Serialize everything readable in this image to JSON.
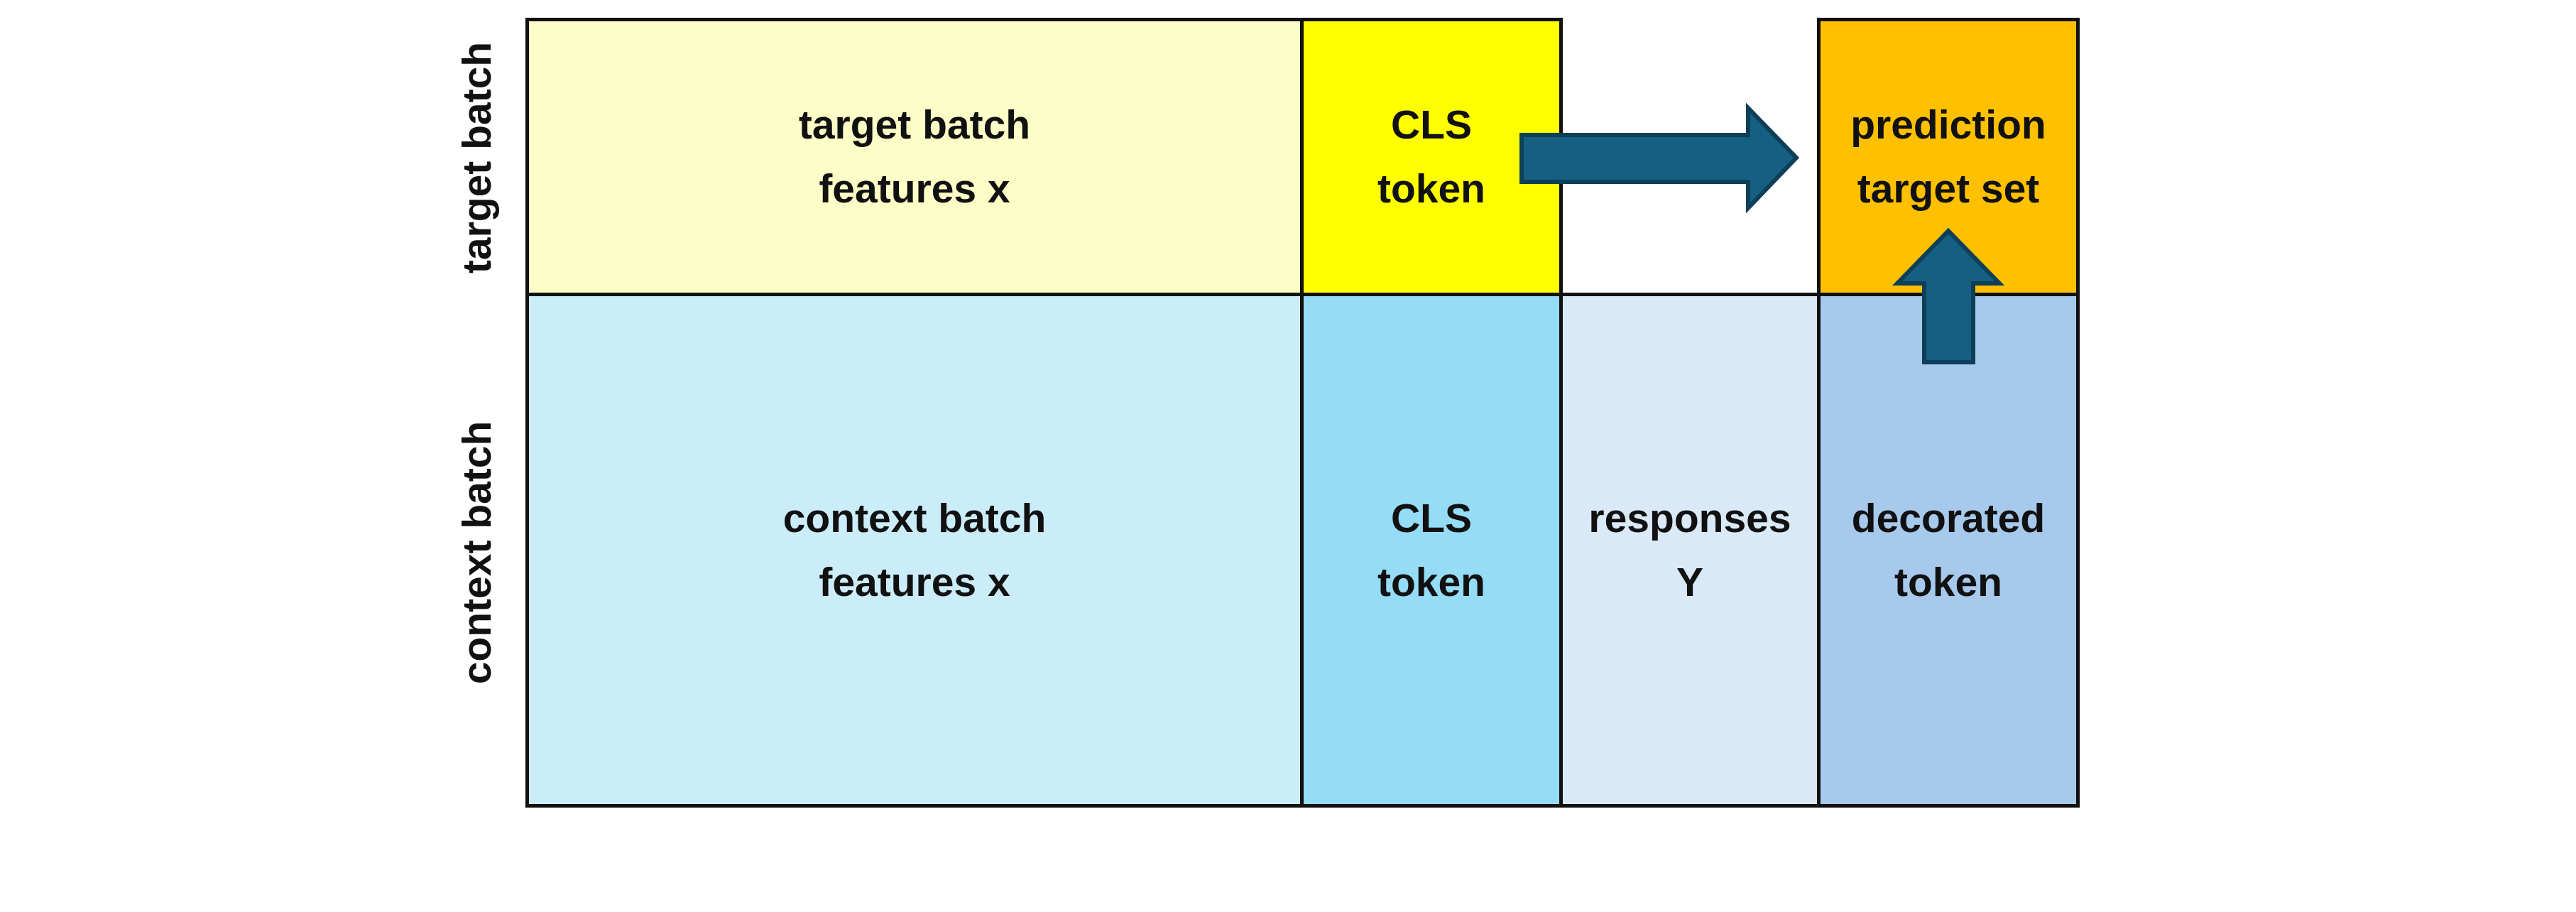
{
  "row_labels": {
    "target": "target batch",
    "context": "context batch"
  },
  "cells": {
    "target_features": "target batch\nfeatures x",
    "target_cls": "CLS\ntoken",
    "prediction": "prediction\ntarget set",
    "context_features": "context batch\nfeatures x",
    "context_cls": "CLS\ntoken",
    "responses": "responses\nY",
    "decorated": "decorated\ntoken"
  },
  "colors": {
    "target_features": "#FDFDC7",
    "target_cls": "#FFFF00",
    "prediction": "#FFC000",
    "context_features": "#CBEDFA",
    "context_cls": "#95DCF7",
    "responses": "#DAE9F8",
    "decorated": "#A6C9EC",
    "arrow_fill": "#156082",
    "arrow_stroke": "#0E3F58"
  },
  "arrows": [
    {
      "from": "target_cls",
      "to": "prediction",
      "direction": "right"
    },
    {
      "from": "decorated",
      "to": "prediction",
      "direction": "up"
    }
  ]
}
